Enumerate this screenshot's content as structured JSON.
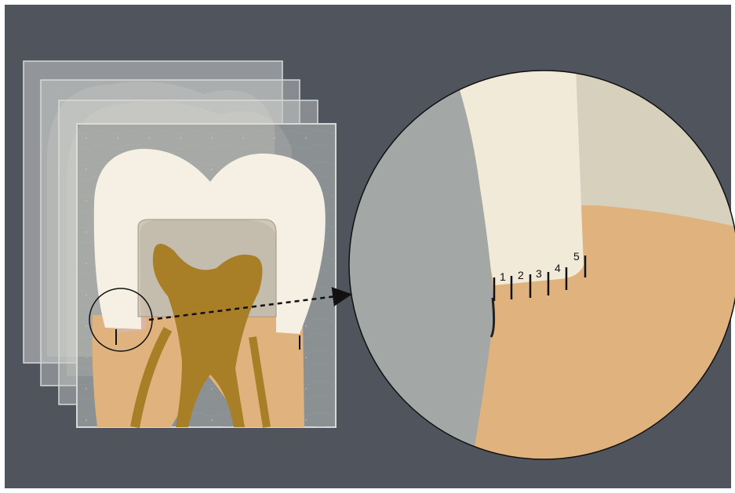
{
  "figure": {
    "background_color": "#50555d",
    "enamel_color": "#f5f0e3",
    "dentin_color": "#e0b27d",
    "pulp_color": "#a87f26",
    "bone_color": "#a3a7a5",
    "slide_color": "#c9cbca",
    "pointer_style": "dashed-arrow",
    "magnified_view": {
      "measurement_labels": [
        "1",
        "2",
        "3",
        "4",
        "5"
      ]
    }
  }
}
